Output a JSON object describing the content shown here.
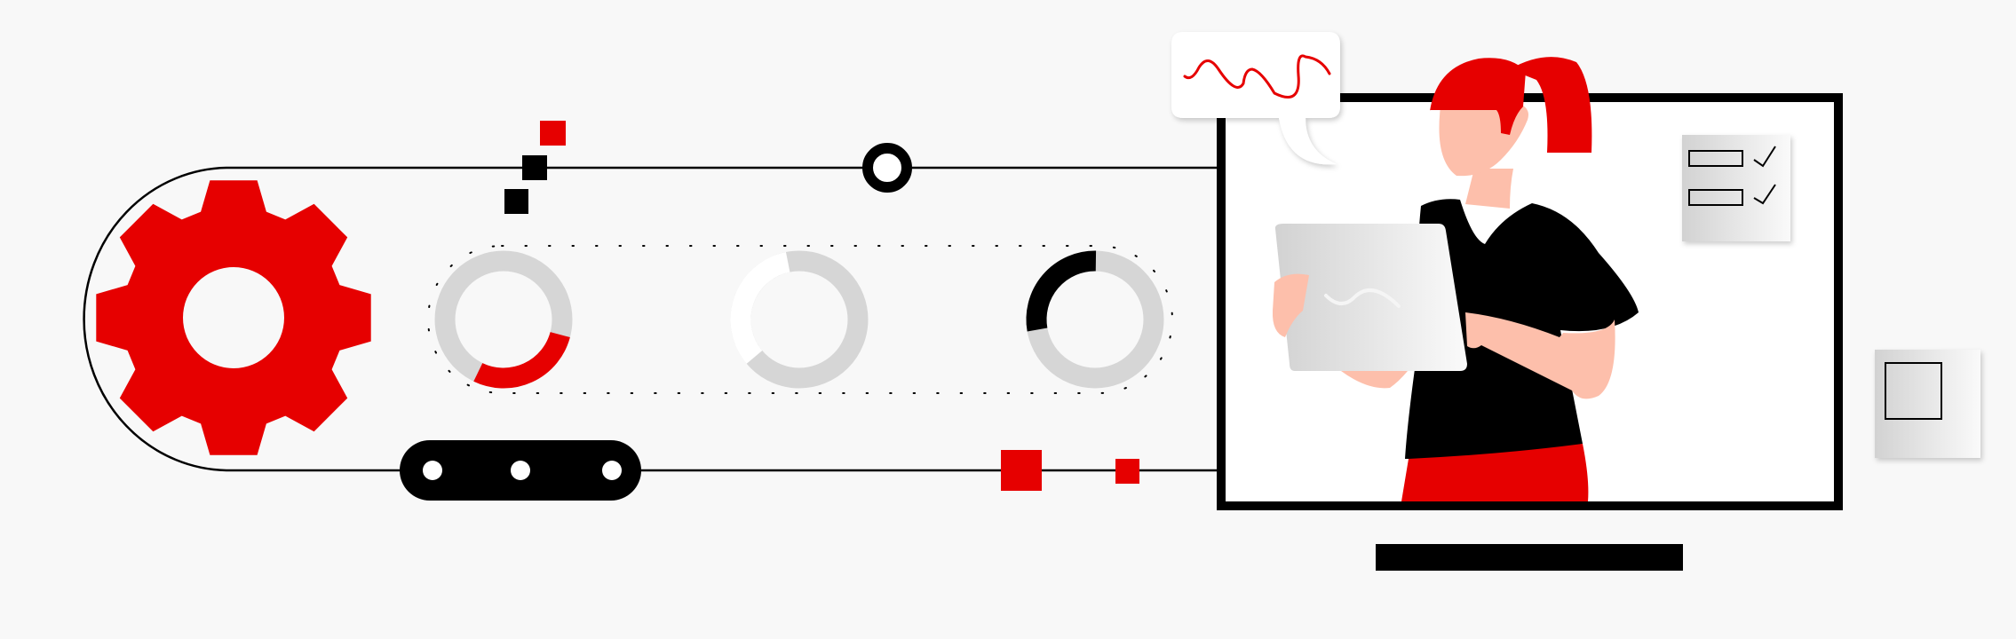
{
  "illustration": {
    "colors": {
      "background": "#f8f8f8",
      "accent_red": "#e60000",
      "black": "#000000",
      "ring_gray": "#d6d6d6",
      "skin": "#fdbfab",
      "white": "#ffffff"
    },
    "donuts": [
      {
        "highlight_color": "#e60000",
        "highlight_fraction": 0.28
      },
      {
        "highlight_color": "#ffffff",
        "highlight_fraction": 0.33
      },
      {
        "highlight_color": "#000000",
        "highlight_fraction": 0.28
      }
    ],
    "icons": [
      "gear-icon",
      "speech-bubble-icon",
      "checklist-icon",
      "tablet-icon",
      "monitor-icon"
    ]
  }
}
